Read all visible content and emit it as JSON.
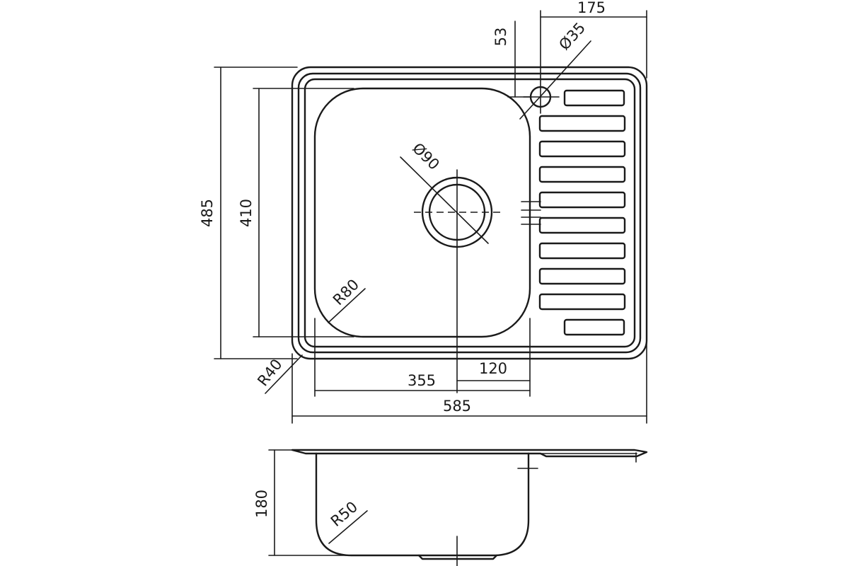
{
  "labels": {
    "overall_length": "585",
    "overall_width": "485",
    "drainer_width": "175",
    "tap_offset": "53",
    "tap_hole_diameter": "Ø35",
    "bowl_length": "355",
    "bowl_width": "410",
    "drain_offset": "120",
    "drain_diameter": "Ø90",
    "bowl_corner_radius": "R80",
    "outer_corner_radius": "R40",
    "bowl_depth": "180",
    "bottom_radius": "R50"
  },
  "colors": {
    "line": "#1a1a1a",
    "background": "#ffffff"
  }
}
